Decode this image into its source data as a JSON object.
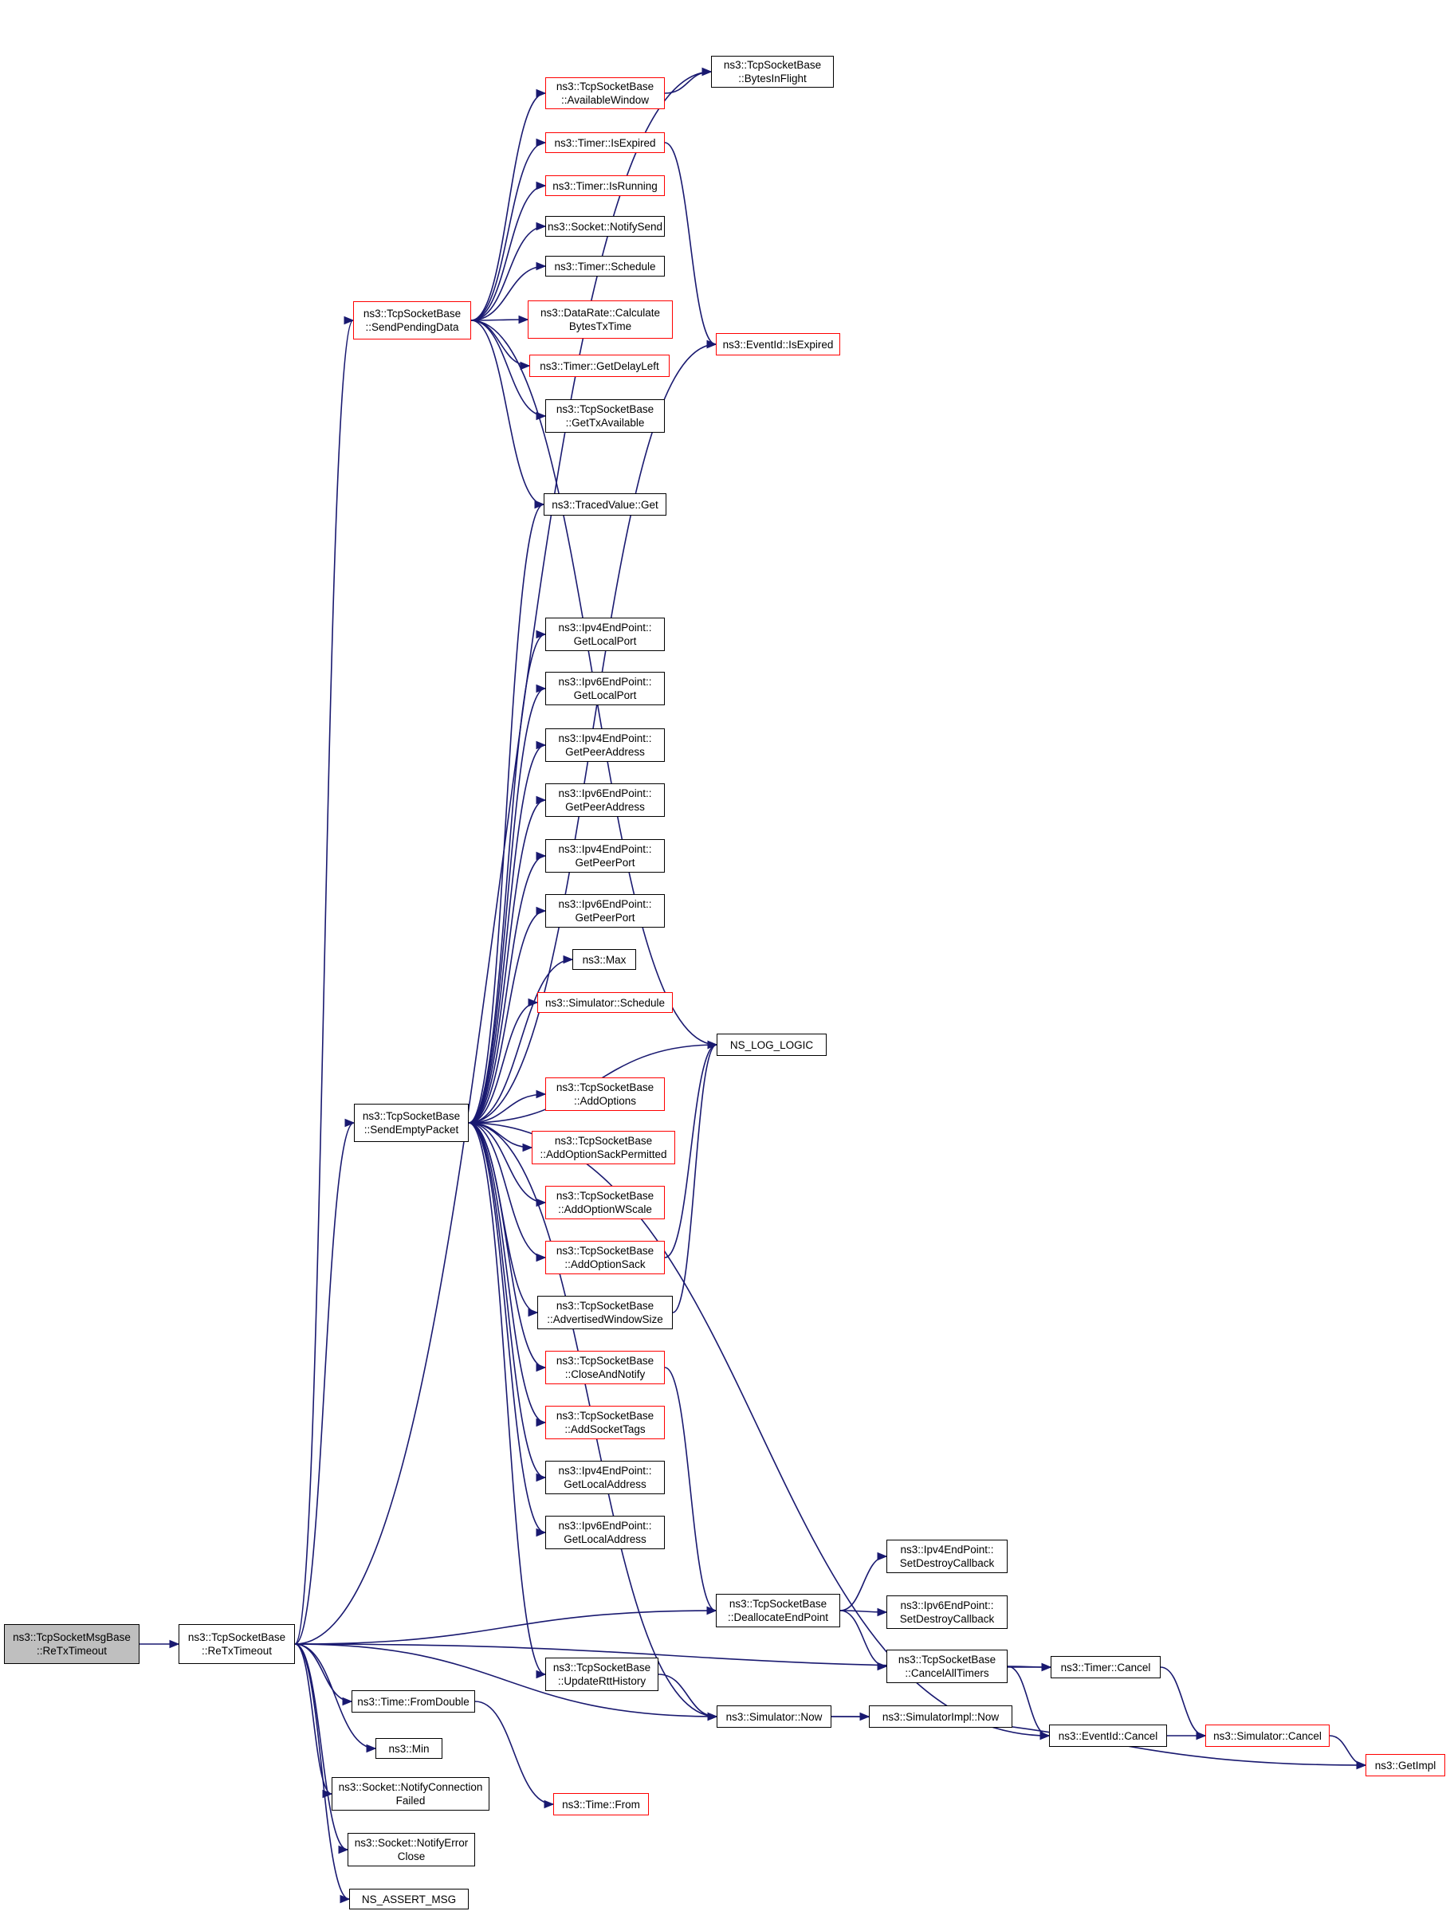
{
  "colors": {
    "edge": "#191970",
    "node_border_default": "#000000",
    "node_border_incomplete": "#ff0000",
    "root_fill": "#bfbfbf"
  },
  "nodes": [
    {
      "id": "msgbase",
      "lines": [
        "ns3::TcpSocketMsgBase",
        "::ReTxTimeout"
      ],
      "style": "root"
    },
    {
      "id": "retx",
      "lines": [
        "ns3::TcpSocketBase",
        "::ReTxTimeout"
      ],
      "style": "normal"
    },
    {
      "id": "bytesinflight",
      "lines": [
        "ns3::TcpSocketBase",
        "::BytesInFlight"
      ],
      "style": "normal"
    },
    {
      "id": "availwin",
      "lines": [
        "ns3::TcpSocketBase",
        "::AvailableWindow"
      ],
      "style": "red"
    },
    {
      "id": "timerisexpired",
      "lines": [
        "ns3::Timer::IsExpired"
      ],
      "style": "red"
    },
    {
      "id": "timerisrunning",
      "lines": [
        "ns3::Timer::IsRunning"
      ],
      "style": "red"
    },
    {
      "id": "notifysend",
      "lines": [
        "ns3::Socket::NotifySend"
      ],
      "style": "normal"
    },
    {
      "id": "timerschedule",
      "lines": [
        "ns3::Timer::Schedule"
      ],
      "style": "normal"
    },
    {
      "id": "sendpending",
      "lines": [
        "ns3::TcpSocketBase",
        "::SendPendingData"
      ],
      "style": "red"
    },
    {
      "id": "datarate",
      "lines": [
        "ns3::DataRate::Calculate",
        "BytesTxTime"
      ],
      "style": "red"
    },
    {
      "id": "eventidisexpired",
      "lines": [
        "ns3::EventId::IsExpired"
      ],
      "style": "red"
    },
    {
      "id": "getdelayleft",
      "lines": [
        "ns3::Timer::GetDelayLeft"
      ],
      "style": "red"
    },
    {
      "id": "gettxavail",
      "lines": [
        "ns3::TcpSocketBase",
        "::GetTxAvailable"
      ],
      "style": "normal"
    },
    {
      "id": "tracedget",
      "lines": [
        "ns3::TracedValue::Get"
      ],
      "style": "normal"
    },
    {
      "id": "ipv4localport",
      "lines": [
        "ns3::Ipv4EndPoint::",
        "GetLocalPort"
      ],
      "style": "normal"
    },
    {
      "id": "ipv6localport",
      "lines": [
        "ns3::Ipv6EndPoint::",
        "GetLocalPort"
      ],
      "style": "normal"
    },
    {
      "id": "ipv4peeraddr",
      "lines": [
        "ns3::Ipv4EndPoint::",
        "GetPeerAddress"
      ],
      "style": "normal"
    },
    {
      "id": "ipv6peeraddr",
      "lines": [
        "ns3::Ipv6EndPoint::",
        "GetPeerAddress"
      ],
      "style": "normal"
    },
    {
      "id": "ipv4peerport",
      "lines": [
        "ns3::Ipv4EndPoint::",
        "GetPeerPort"
      ],
      "style": "normal"
    },
    {
      "id": "ipv6peerport",
      "lines": [
        "ns3::Ipv6EndPoint::",
        "GetPeerPort"
      ],
      "style": "normal"
    },
    {
      "id": "max",
      "lines": [
        "ns3::Max"
      ],
      "style": "normal"
    },
    {
      "id": "simschedule",
      "lines": [
        "ns3::Simulator::Schedule"
      ],
      "style": "red"
    },
    {
      "id": "nslog",
      "lines": [
        "NS_LOG_LOGIC"
      ],
      "style": "normal"
    },
    {
      "id": "sendempty",
      "lines": [
        "ns3::TcpSocketBase",
        "::SendEmptyPacket"
      ],
      "style": "normal"
    },
    {
      "id": "addoptions",
      "lines": [
        "ns3::TcpSocketBase",
        "::AddOptions"
      ],
      "style": "red"
    },
    {
      "id": "addsackperm",
      "lines": [
        "ns3::TcpSocketBase",
        "::AddOptionSackPermitted"
      ],
      "style": "red"
    },
    {
      "id": "addwscale",
      "lines": [
        "ns3::TcpSocketBase",
        "::AddOptionWScale"
      ],
      "style": "red"
    },
    {
      "id": "addsack",
      "lines": [
        "ns3::TcpSocketBase",
        "::AddOptionSack"
      ],
      "style": "red"
    },
    {
      "id": "advwin",
      "lines": [
        "ns3::TcpSocketBase",
        "::AdvertisedWindowSize"
      ],
      "style": "normal"
    },
    {
      "id": "closenotify",
      "lines": [
        "ns3::TcpSocketBase",
        "::CloseAndNotify"
      ],
      "style": "red"
    },
    {
      "id": "addsockettags",
      "lines": [
        "ns3::TcpSocketBase",
        "::AddSocketTags"
      ],
      "style": "red"
    },
    {
      "id": "ipv4localaddr",
      "lines": [
        "ns3::Ipv4EndPoint::",
        "GetLocalAddress"
      ],
      "style": "normal"
    },
    {
      "id": "ipv6localaddr",
      "lines": [
        "ns3::Ipv6EndPoint::",
        "GetLocalAddress"
      ],
      "style": "normal"
    },
    {
      "id": "ipv4setdestroy",
      "lines": [
        "ns3::Ipv4EndPoint::",
        "SetDestroyCallback"
      ],
      "style": "normal"
    },
    {
      "id": "dealloc",
      "lines": [
        "ns3::TcpSocketBase",
        "::DeallocateEndPoint"
      ],
      "style": "normal"
    },
    {
      "id": "ipv6setdestroy",
      "lines": [
        "ns3::Ipv6EndPoint::",
        "SetDestroyCallback"
      ],
      "style": "normal"
    },
    {
      "id": "canceltimers",
      "lines": [
        "ns3::TcpSocketBase",
        "::CancelAllTimers"
      ],
      "style": "normal"
    },
    {
      "id": "timercancel",
      "lines": [
        "ns3::Timer::Cancel"
      ],
      "style": "normal"
    },
    {
      "id": "updatertt",
      "lines": [
        "ns3::TcpSocketBase",
        "::UpdateRttHistory"
      ],
      "style": "normal"
    },
    {
      "id": "fromdouble",
      "lines": [
        "ns3::Time::FromDouble"
      ],
      "style": "normal"
    },
    {
      "id": "simnow",
      "lines": [
        "ns3::Simulator::Now"
      ],
      "style": "normal"
    },
    {
      "id": "simimplnow",
      "lines": [
        "ns3::SimulatorImpl::Now"
      ],
      "style": "normal"
    },
    {
      "id": "eventidcancel",
      "lines": [
        "ns3::EventId::Cancel"
      ],
      "style": "normal"
    },
    {
      "id": "simcancel",
      "lines": [
        "ns3::Simulator::Cancel"
      ],
      "style": "red"
    },
    {
      "id": "min",
      "lines": [
        "ns3::Min"
      ],
      "style": "normal"
    },
    {
      "id": "getimpl",
      "lines": [
        "ns3::GetImpl"
      ],
      "style": "red"
    },
    {
      "id": "notifyconnfailed",
      "lines": [
        "ns3::Socket::NotifyConnection",
        "Failed"
      ],
      "style": "normal"
    },
    {
      "id": "timefrom",
      "lines": [
        "ns3::Time::From"
      ],
      "style": "red"
    },
    {
      "id": "notifyerrorclose",
      "lines": [
        "ns3::Socket::NotifyError",
        "Close"
      ],
      "style": "normal"
    },
    {
      "id": "assertmsg",
      "lines": [
        "NS_ASSERT_MSG"
      ],
      "style": "normal"
    }
  ],
  "edges": [
    [
      "msgbase",
      "retx"
    ],
    [
      "retx",
      "bytesinflight"
    ],
    [
      "retx",
      "timercancel"
    ],
    [
      "retx",
      "sendpending"
    ],
    [
      "retx",
      "sendempty"
    ],
    [
      "retx",
      "dealloc"
    ],
    [
      "retx",
      "simnow"
    ],
    [
      "retx",
      "fromdouble"
    ],
    [
      "retx",
      "min"
    ],
    [
      "retx",
      "notifyconnfailed"
    ],
    [
      "retx",
      "notifyerrorclose"
    ],
    [
      "retx",
      "assertmsg"
    ],
    [
      "availwin",
      "bytesinflight"
    ],
    [
      "timerisexpired",
      "eventidisexpired"
    ],
    [
      "sendpending",
      "availwin"
    ],
    [
      "sendpending",
      "timerisexpired"
    ],
    [
      "sendpending",
      "timerisrunning"
    ],
    [
      "sendpending",
      "notifysend"
    ],
    [
      "sendpending",
      "timerschedule"
    ],
    [
      "sendpending",
      "datarate"
    ],
    [
      "sendpending",
      "getdelayleft"
    ],
    [
      "sendpending",
      "gettxavail"
    ],
    [
      "sendpending",
      "tracedget"
    ],
    [
      "sendpending",
      "nslog"
    ],
    [
      "sendempty",
      "tracedget"
    ],
    [
      "sendempty",
      "nslog"
    ],
    [
      "sendempty",
      "ipv4localport"
    ],
    [
      "sendempty",
      "ipv6localport"
    ],
    [
      "sendempty",
      "ipv4peeraddr"
    ],
    [
      "sendempty",
      "ipv6peeraddr"
    ],
    [
      "sendempty",
      "ipv4peerport"
    ],
    [
      "sendempty",
      "ipv6peerport"
    ],
    [
      "sendempty",
      "max"
    ],
    [
      "sendempty",
      "simschedule"
    ],
    [
      "sendempty",
      "addoptions"
    ],
    [
      "sendempty",
      "addsackperm"
    ],
    [
      "sendempty",
      "addwscale"
    ],
    [
      "sendempty",
      "addsack"
    ],
    [
      "sendempty",
      "advwin"
    ],
    [
      "sendempty",
      "closenotify"
    ],
    [
      "sendempty",
      "addsockettags"
    ],
    [
      "sendempty",
      "ipv4localaddr"
    ],
    [
      "sendempty",
      "ipv6localaddr"
    ],
    [
      "sendempty",
      "updatertt"
    ],
    [
      "sendempty",
      "simnow"
    ],
    [
      "sendempty",
      "eventidisexpired"
    ],
    [
      "sendempty",
      "eventidcancel"
    ],
    [
      "addsack",
      "nslog"
    ],
    [
      "advwin",
      "nslog"
    ],
    [
      "closenotify",
      "dealloc"
    ],
    [
      "dealloc",
      "ipv4setdestroy"
    ],
    [
      "dealloc",
      "ipv6setdestroy"
    ],
    [
      "dealloc",
      "canceltimers"
    ],
    [
      "canceltimers",
      "timercancel"
    ],
    [
      "canceltimers",
      "eventidcancel"
    ],
    [
      "timercancel",
      "simcancel"
    ],
    [
      "eventidcancel",
      "simcancel"
    ],
    [
      "simcancel",
      "getimpl"
    ],
    [
      "updatertt",
      "simnow"
    ],
    [
      "simnow",
      "simimplnow"
    ],
    [
      "simnow",
      "getimpl"
    ],
    [
      "fromdouble",
      "timefrom"
    ]
  ]
}
